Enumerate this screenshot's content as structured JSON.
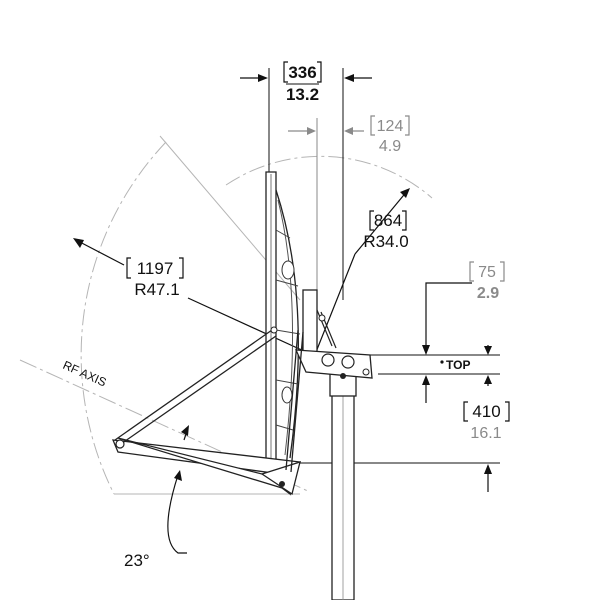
{
  "dimensions": {
    "overall_depth": {
      "mm": "336",
      "in": "13.2"
    },
    "mast_offset": {
      "mm": "124",
      "in": "4.9"
    },
    "clearance_radius": {
      "mm": "864",
      "in": "R34.0"
    },
    "reflector_radius": {
      "mm": "1197",
      "in": "R47.1"
    },
    "top_offset": {
      "mm": "75",
      "in": "2.9"
    },
    "lower_height": {
      "mm": "410",
      "in": "16.1"
    }
  },
  "labels": {
    "rf_axis": "RF AXIS",
    "top": "TOP",
    "elevation_angle": "23°"
  }
}
